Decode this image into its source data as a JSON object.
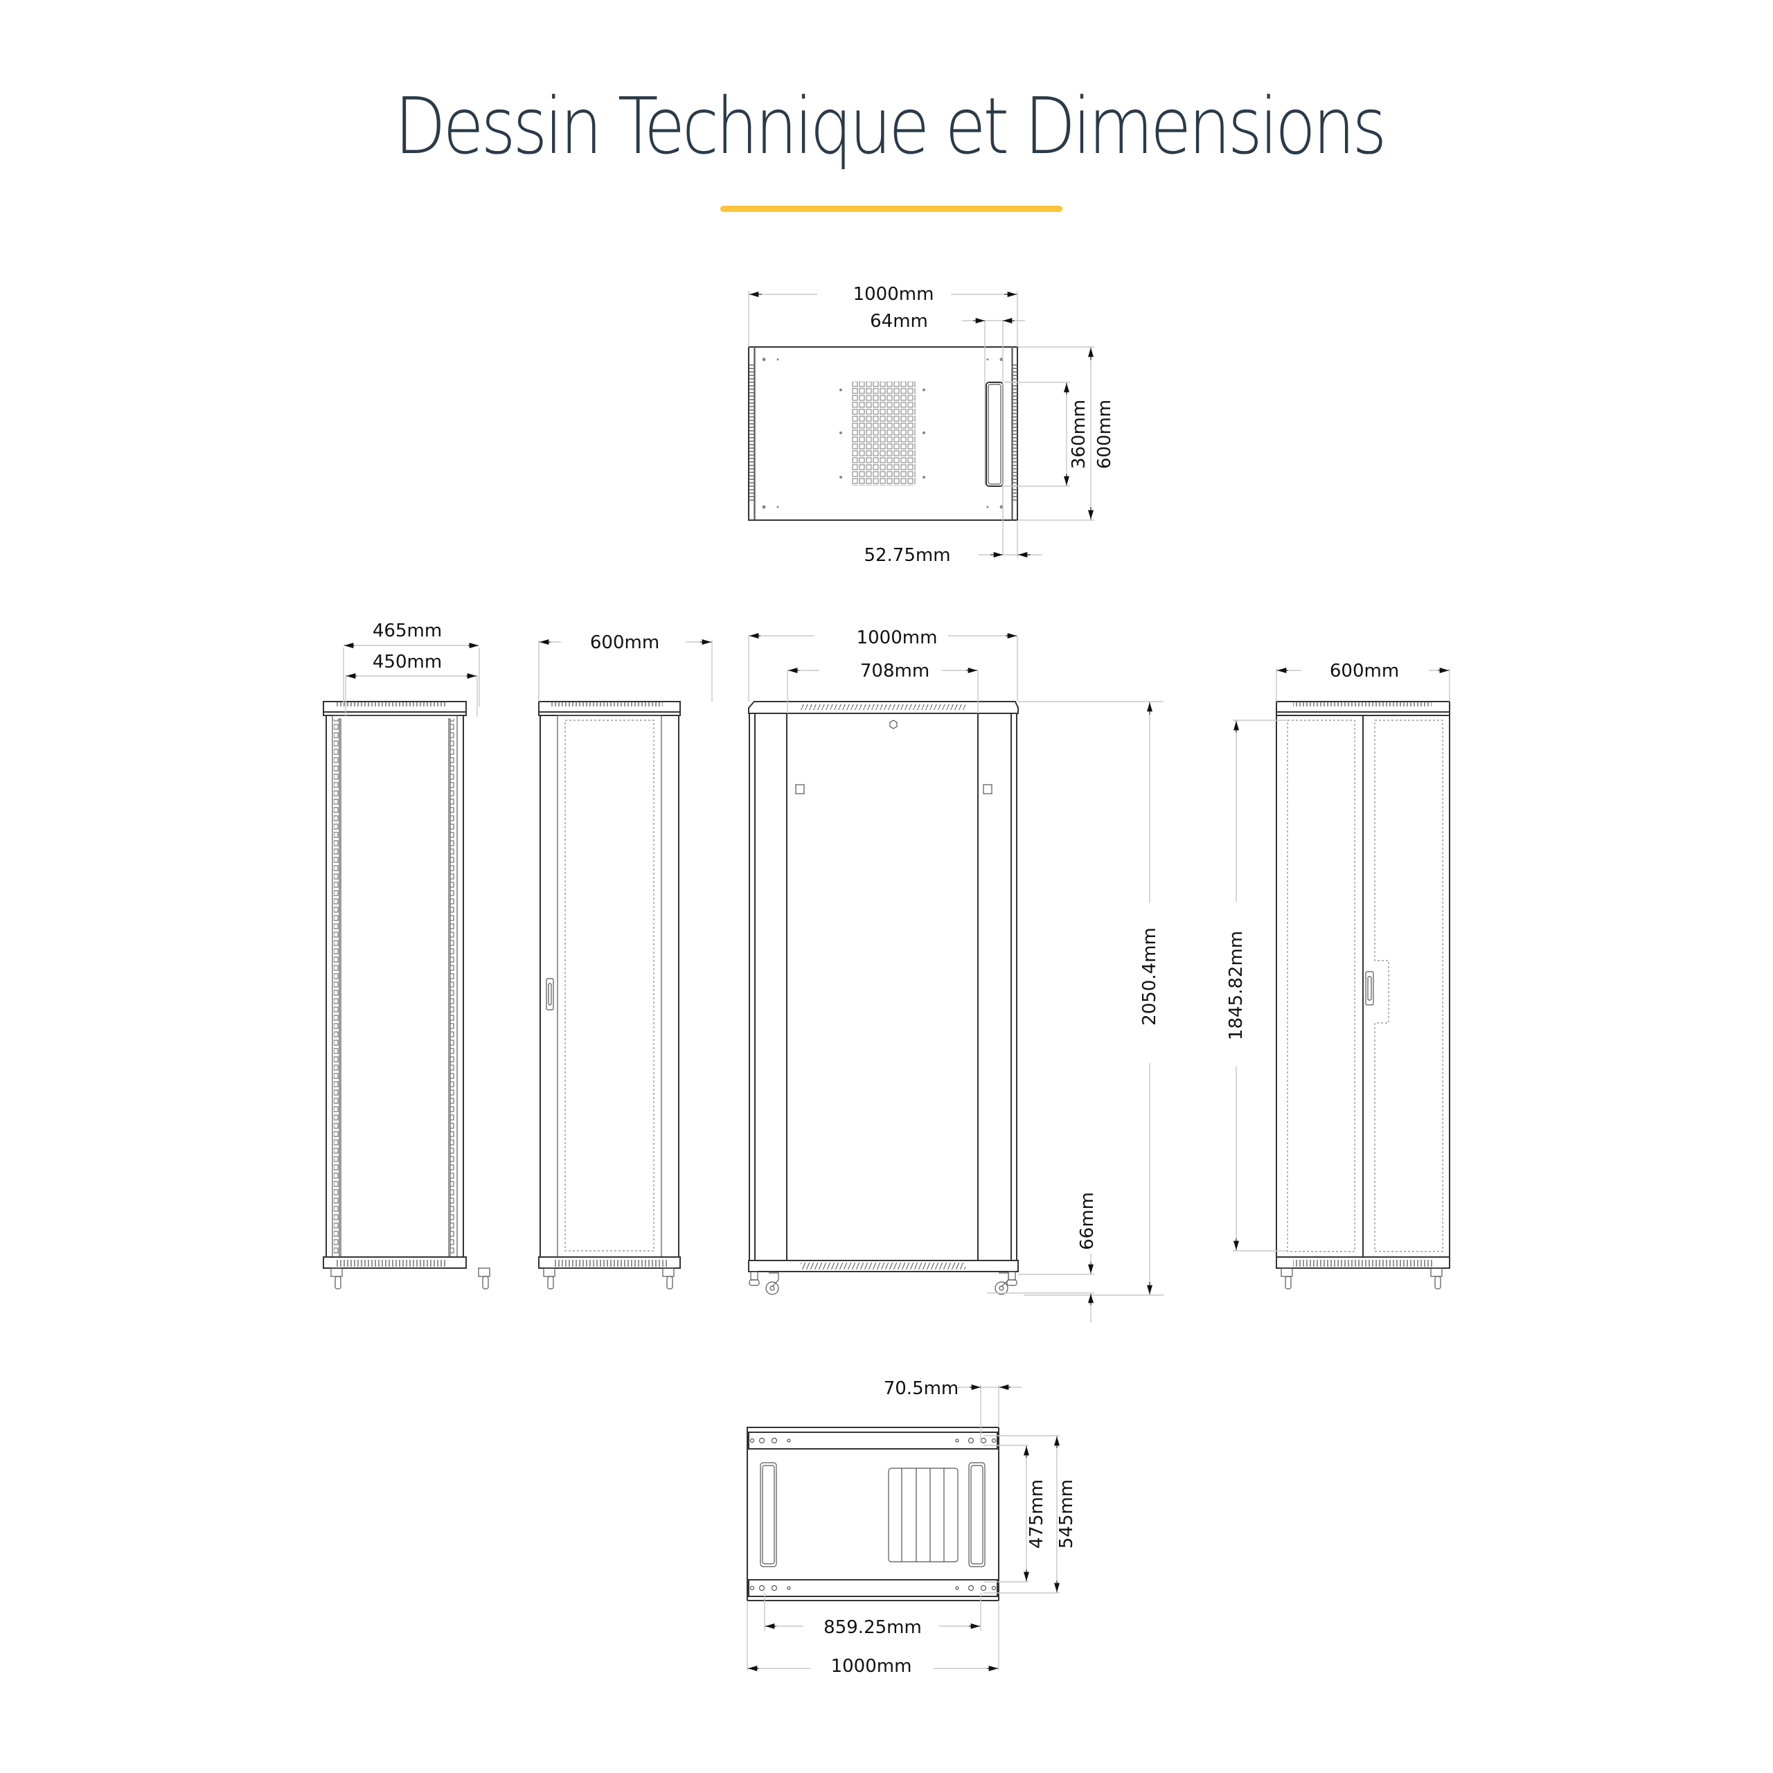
{
  "header": {
    "title": "Dessin Technique et Dimensions",
    "accent_color": "#fbc43a",
    "title_color": "#2b3a48"
  },
  "views": {
    "top_view": {
      "label": "top-view",
      "dimensions": {
        "overall_width": "1000mm",
        "side_panel_offset": "64mm",
        "handle_height": "360mm",
        "overall_depth": "600mm",
        "rail_offset": "52.75mm"
      }
    },
    "side_open_view": {
      "label": "side-view-rails",
      "dimensions": {
        "outer_rail_width": "465mm",
        "inner_rail_width": "450mm"
      }
    },
    "side_door_view": {
      "label": "side-view-panel",
      "dimensions": {
        "width": "600mm"
      }
    },
    "front_view": {
      "label": "front-view",
      "dimensions": {
        "overall_width": "1000mm",
        "door_width": "708mm",
        "overall_height": "2050.4mm",
        "caster_height": "66mm"
      }
    },
    "rear_view": {
      "label": "rear-view-double-door",
      "dimensions": {
        "width": "600mm",
        "door_height": "1845.82mm"
      }
    },
    "bottom_view": {
      "label": "bottom-view",
      "dimensions": {
        "rail_offset": "70.5mm",
        "inner_depth": "475mm",
        "outer_depth": "545mm",
        "mount_spacing": "859.25mm",
        "overall_width": "1000mm"
      }
    }
  }
}
